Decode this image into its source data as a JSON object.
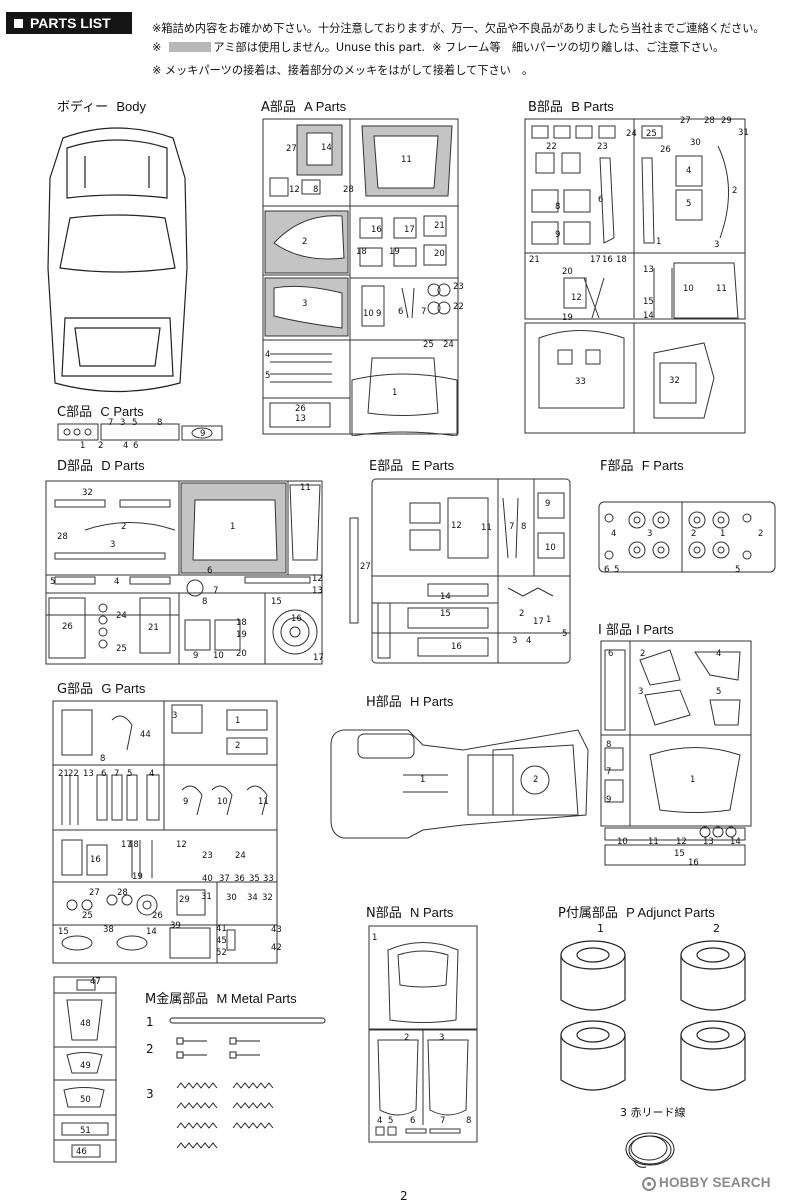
{
  "header": {
    "title": "PARTS LIST"
  },
  "notes": {
    "line1": "※箱詰め内容をお確かめ下さい。十分注意しておりますが、万一、欠品や不良品がありましたら当社までご連絡ください。",
    "line2_mark": "※",
    "line2_a": "アミ部は使用しません。Unuse this part.",
    "line2_b": "※ フレーム等　細いパーツの切り離しは、ご注意下さい。",
    "line3": "※ メッキパーツの接着は、接着部分のメッキをはがして接着して下さい　。"
  },
  "groups": {
    "body": {
      "jp": "ボディー",
      "en": "Body"
    },
    "a": {
      "jp": "A部品",
      "en": "A Parts",
      "nums": [
        "27",
        "14",
        "11",
        "12",
        "8",
        "28",
        "2",
        "16",
        "17",
        "21",
        "18",
        "19",
        "20",
        "3",
        "23",
        "22",
        "10",
        "9",
        "6",
        "7",
        "4",
        "5",
        "25",
        "24",
        "1",
        "26",
        "13"
      ]
    },
    "b": {
      "jp": "B部品",
      "en": "B Parts",
      "nums": [
        "27",
        "28",
        "29",
        "31",
        "24",
        "25",
        "30",
        "22",
        "23",
        "26",
        "4",
        "8",
        "6",
        "2",
        "9",
        "5",
        "1",
        "3",
        "21",
        "17",
        "16",
        "18",
        "20",
        "12",
        "13",
        "10",
        "11",
        "19",
        "14",
        "15",
        "33",
        "32"
      ]
    },
    "c": {
      "jp": "C部品",
      "en": "C Parts",
      "nums": [
        "7",
        "3",
        "5",
        "8",
        "9",
        "1",
        "2",
        "4",
        "6"
      ]
    },
    "d": {
      "jp": "D部品",
      "en": "D Parts",
      "nums": [
        "32",
        "11",
        "1",
        "28",
        "2",
        "3",
        "6",
        "5",
        "4",
        "12",
        "13",
        "8",
        "7",
        "15",
        "26",
        "24",
        "21",
        "16",
        "18",
        "19",
        "25",
        "9",
        "10",
        "20",
        "17"
      ]
    },
    "e": {
      "jp": "E部品",
      "en": "E Parts",
      "nums": [
        "12",
        "11",
        "7",
        "8",
        "9",
        "10",
        "27",
        "14",
        "15",
        "2",
        "17",
        "1",
        "16",
        "3",
        "4",
        "5"
      ]
    },
    "f": {
      "jp": "F部品",
      "en": "F Parts",
      "nums": [
        "4",
        "3",
        "2",
        "1",
        "6",
        "5"
      ]
    },
    "g": {
      "jp": "G部品",
      "en": "G Parts",
      "nums": [
        "44",
        "3",
        "1",
        "2",
        "8",
        "21",
        "22",
        "13",
        "6",
        "7",
        "5",
        "4",
        "9",
        "10",
        "11",
        "17",
        "16",
        "18",
        "19",
        "12",
        "23",
        "24",
        "27",
        "28",
        "40",
        "37",
        "36",
        "35",
        "33",
        "25",
        "31",
        "30",
        "34",
        "32",
        "26",
        "29",
        "15",
        "38",
        "14",
        "39",
        "41",
        "45",
        "52",
        "43",
        "42"
      ]
    },
    "h": {
      "jp": "H部品",
      "en": "H Parts",
      "nums": [
        "1",
        "2"
      ]
    },
    "i": {
      "jp": "I 部品",
      "en": "I Parts",
      "nums": [
        "6",
        "2",
        "4",
        "3",
        "5",
        "8",
        "7",
        "9",
        "1",
        "10",
        "11",
        "12",
        "13",
        "14",
        "15",
        "16"
      ]
    },
    "n": {
      "jp": "N部品",
      "en": "N Parts",
      "nums": [
        "1",
        "2",
        "3",
        "4",
        "5",
        "6",
        "7",
        "8"
      ]
    },
    "p": {
      "jp": "P付属部品",
      "en": "P Adjunct Parts",
      "nums": [
        "1",
        "2"
      ],
      "lead_no": "3",
      "lead_jp": "赤リード線"
    },
    "m": {
      "jp": "M金属部品",
      "en": "M Metal Parts",
      "rows": [
        "1",
        "2",
        "3"
      ]
    },
    "extra": {
      "nums": [
        "47",
        "48",
        "49",
        "50",
        "51",
        "46"
      ]
    }
  },
  "footer": {
    "page": "2",
    "watermark": "HOBBY SEARCH"
  }
}
